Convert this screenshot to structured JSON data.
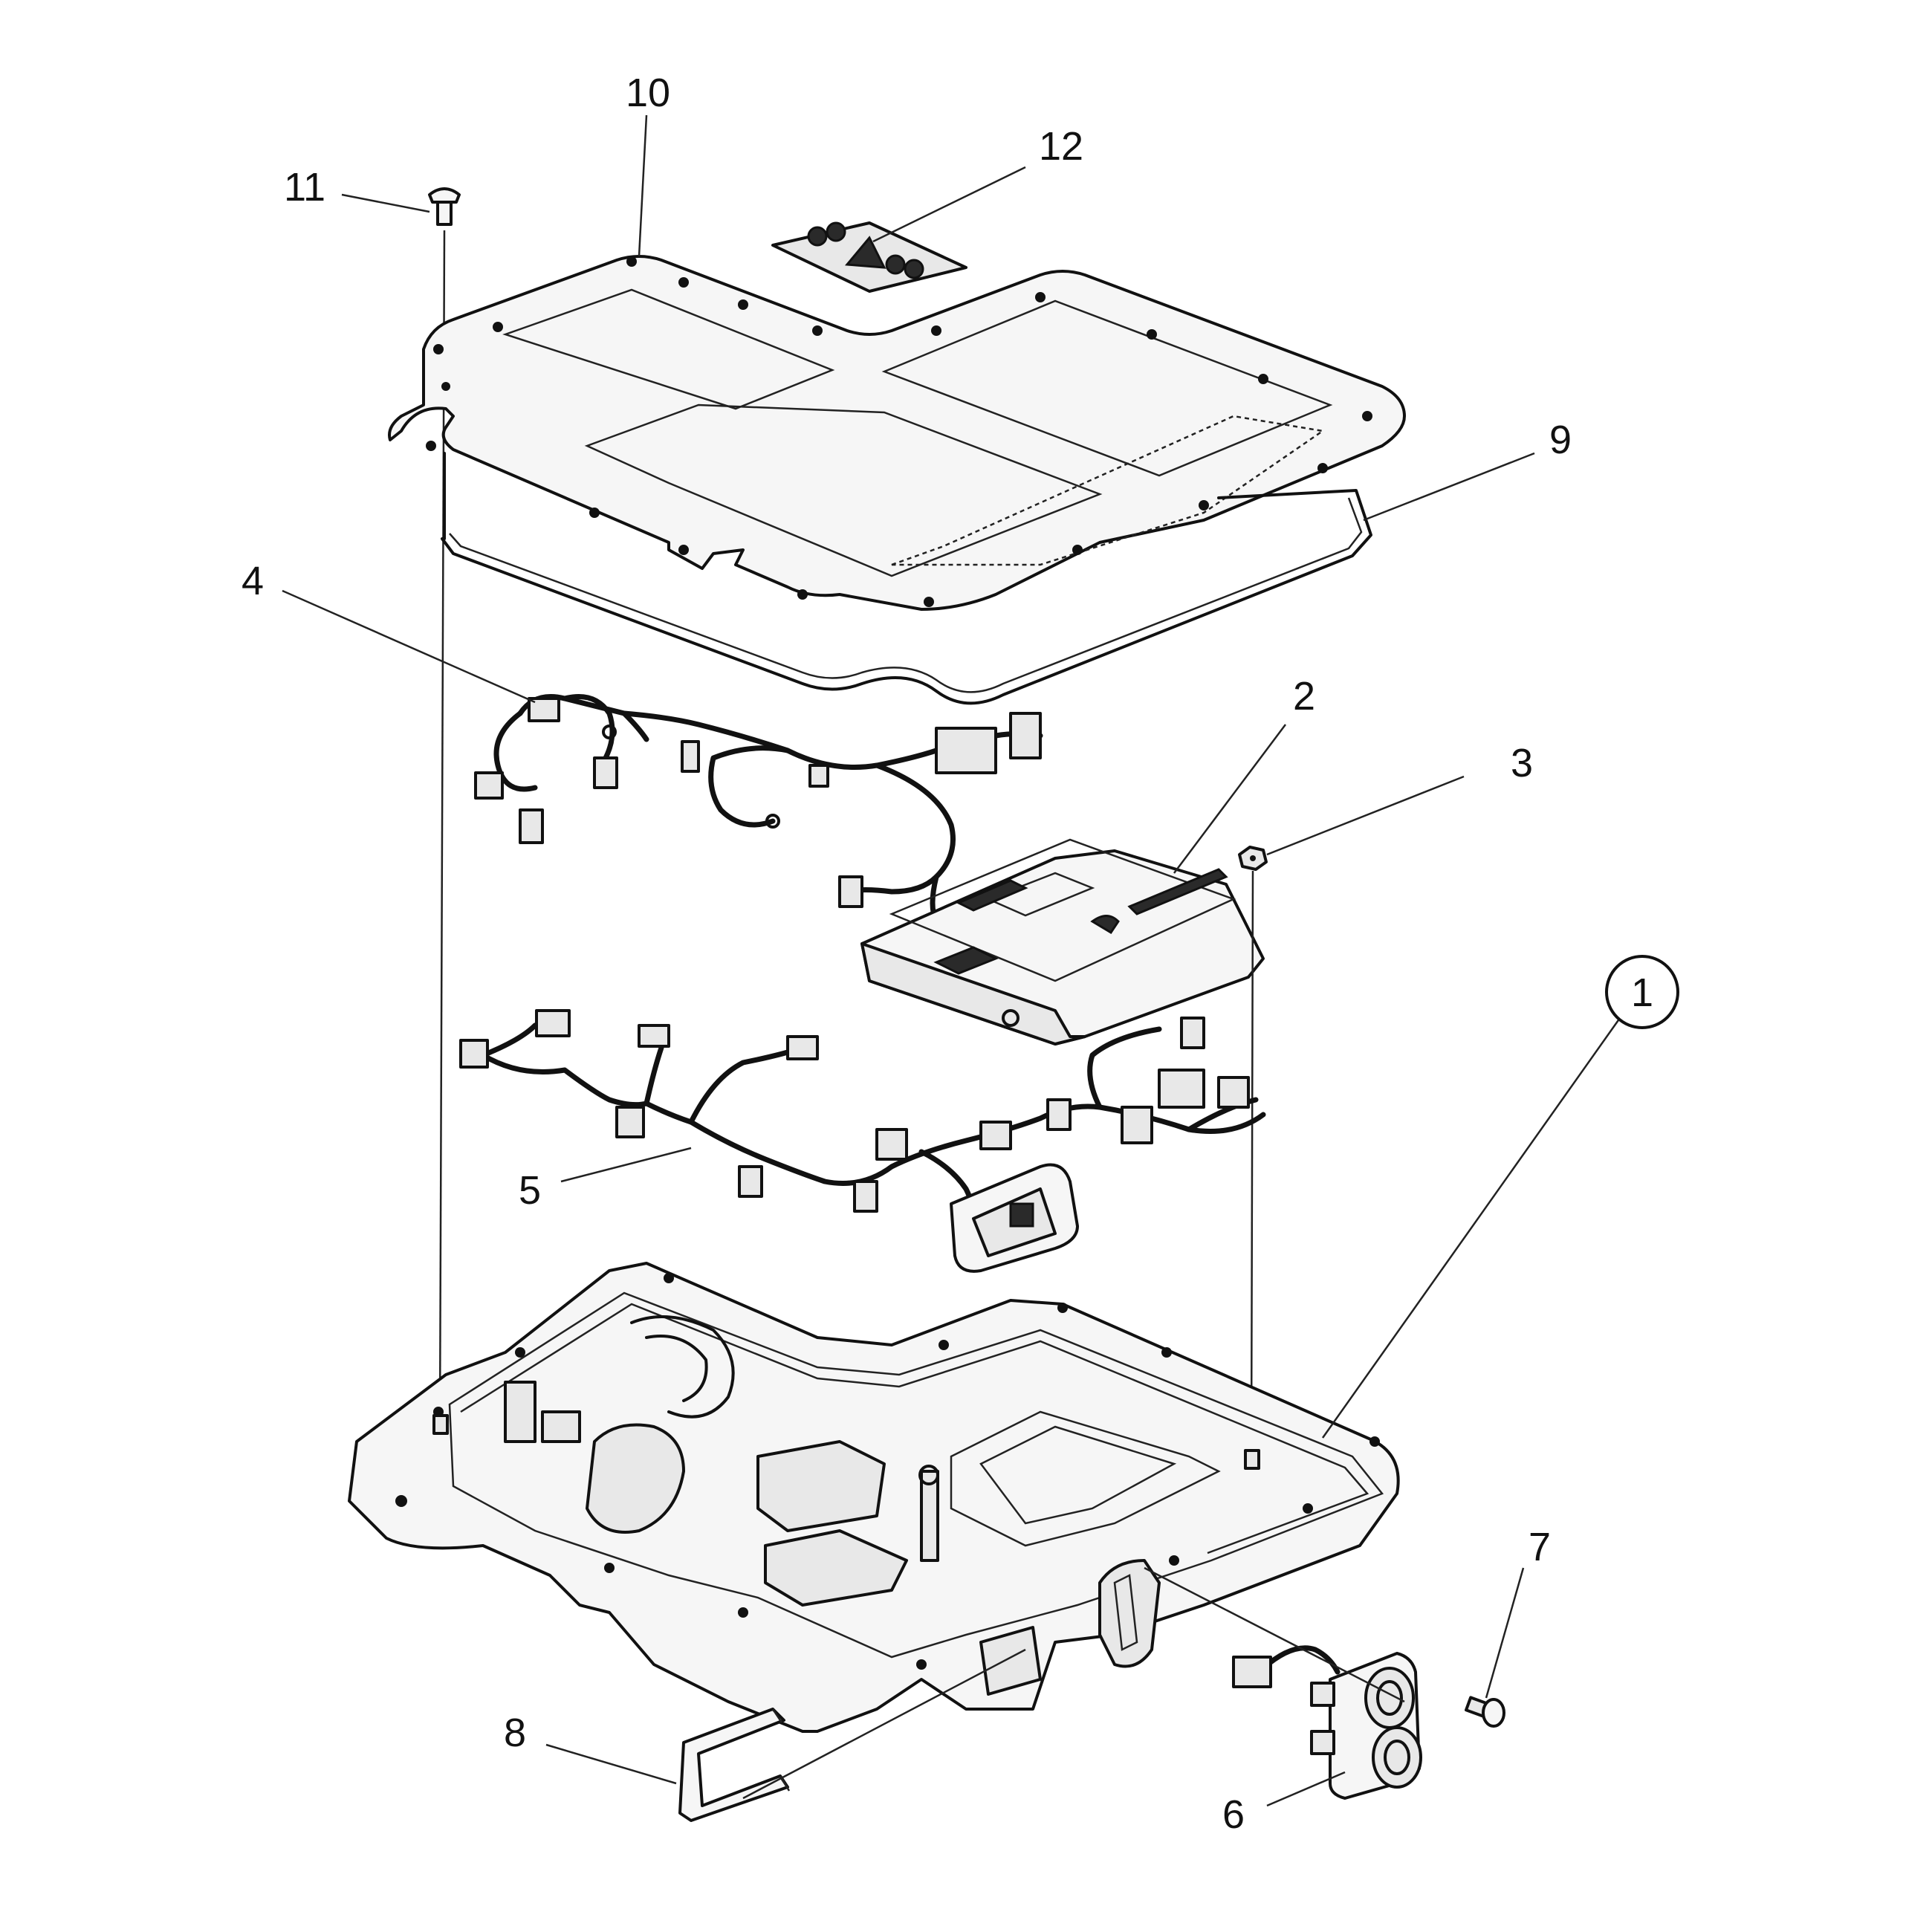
{
  "callouts": [
    {
      "id": "1",
      "label": "1",
      "circled": true
    },
    {
      "id": "2",
      "label": "2"
    },
    {
      "id": "3",
      "label": "3"
    },
    {
      "id": "4",
      "label": "4"
    },
    {
      "id": "5",
      "label": "5"
    },
    {
      "id": "6",
      "label": "6"
    },
    {
      "id": "7",
      "label": "7"
    },
    {
      "id": "8",
      "label": "8"
    },
    {
      "id": "9",
      "label": "9"
    },
    {
      "id": "10",
      "label": "10"
    },
    {
      "id": "11",
      "label": "11"
    },
    {
      "id": "12",
      "label": "12"
    }
  ]
}
